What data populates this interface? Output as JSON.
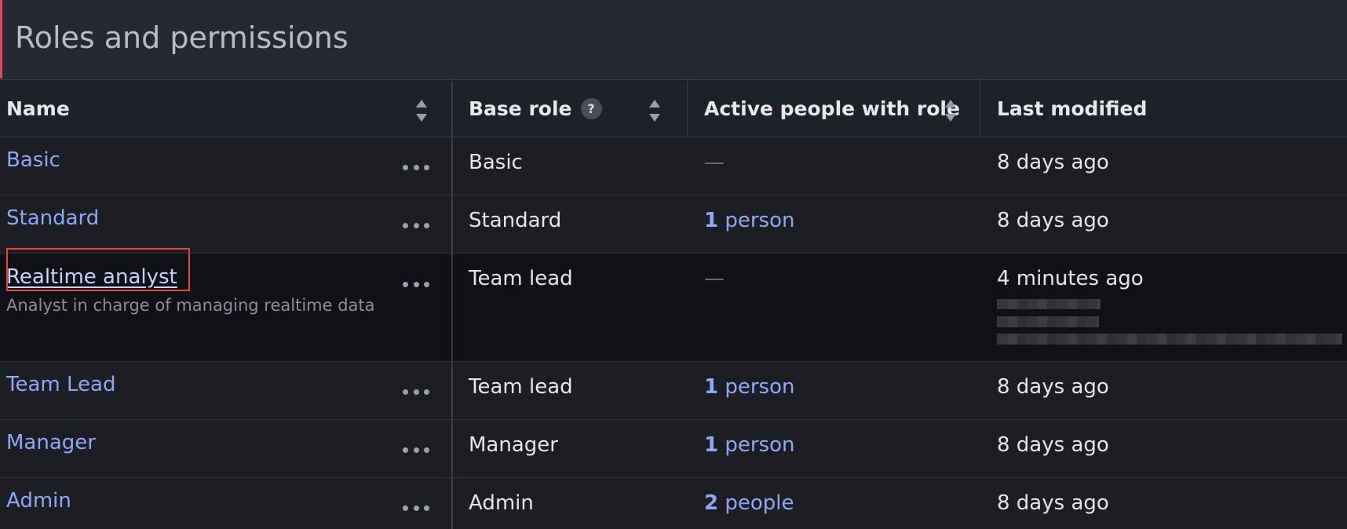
{
  "page": {
    "title": "Roles and permissions"
  },
  "table": {
    "headers": {
      "name": "Name",
      "base_role": "Base role",
      "active_people": "Active people with role",
      "last_modified": "Last modified",
      "help_glyph": "?"
    },
    "rows": [
      {
        "name": "Basic",
        "description": "",
        "base_role": "Basic",
        "people_count": "",
        "people_unit": "",
        "people_empty": "—",
        "last_modified": "8 days ago"
      },
      {
        "name": "Standard",
        "description": "",
        "base_role": "Standard",
        "people_count": "1",
        "people_unit": "person",
        "people_empty": "",
        "last_modified": "8 days ago"
      },
      {
        "name": "Realtime analyst",
        "description": "Analyst in charge of managing realtime data",
        "base_role": "Team lead",
        "people_count": "",
        "people_unit": "",
        "people_empty": "—",
        "last_modified": "4 minutes ago"
      },
      {
        "name": "Team Lead",
        "description": "",
        "base_role": "Team lead",
        "people_count": "1",
        "people_unit": "person",
        "people_empty": "",
        "last_modified": "8 days ago"
      },
      {
        "name": "Manager",
        "description": "",
        "base_role": "Manager",
        "people_count": "1",
        "people_unit": "person",
        "people_empty": "",
        "last_modified": "8 days ago"
      },
      {
        "name": "Admin",
        "description": "",
        "base_role": "Admin",
        "people_count": "2",
        "people_unit": "people",
        "people_empty": "",
        "last_modified": "8 days ago"
      }
    ]
  },
  "colors": {
    "accent": "#e2455d",
    "link": "#8fa8f5",
    "selection_outline": "#e0473a"
  },
  "icons": {
    "sort": "sort-arrows-icon",
    "help": "help-icon",
    "overflow": "more-options-icon"
  }
}
